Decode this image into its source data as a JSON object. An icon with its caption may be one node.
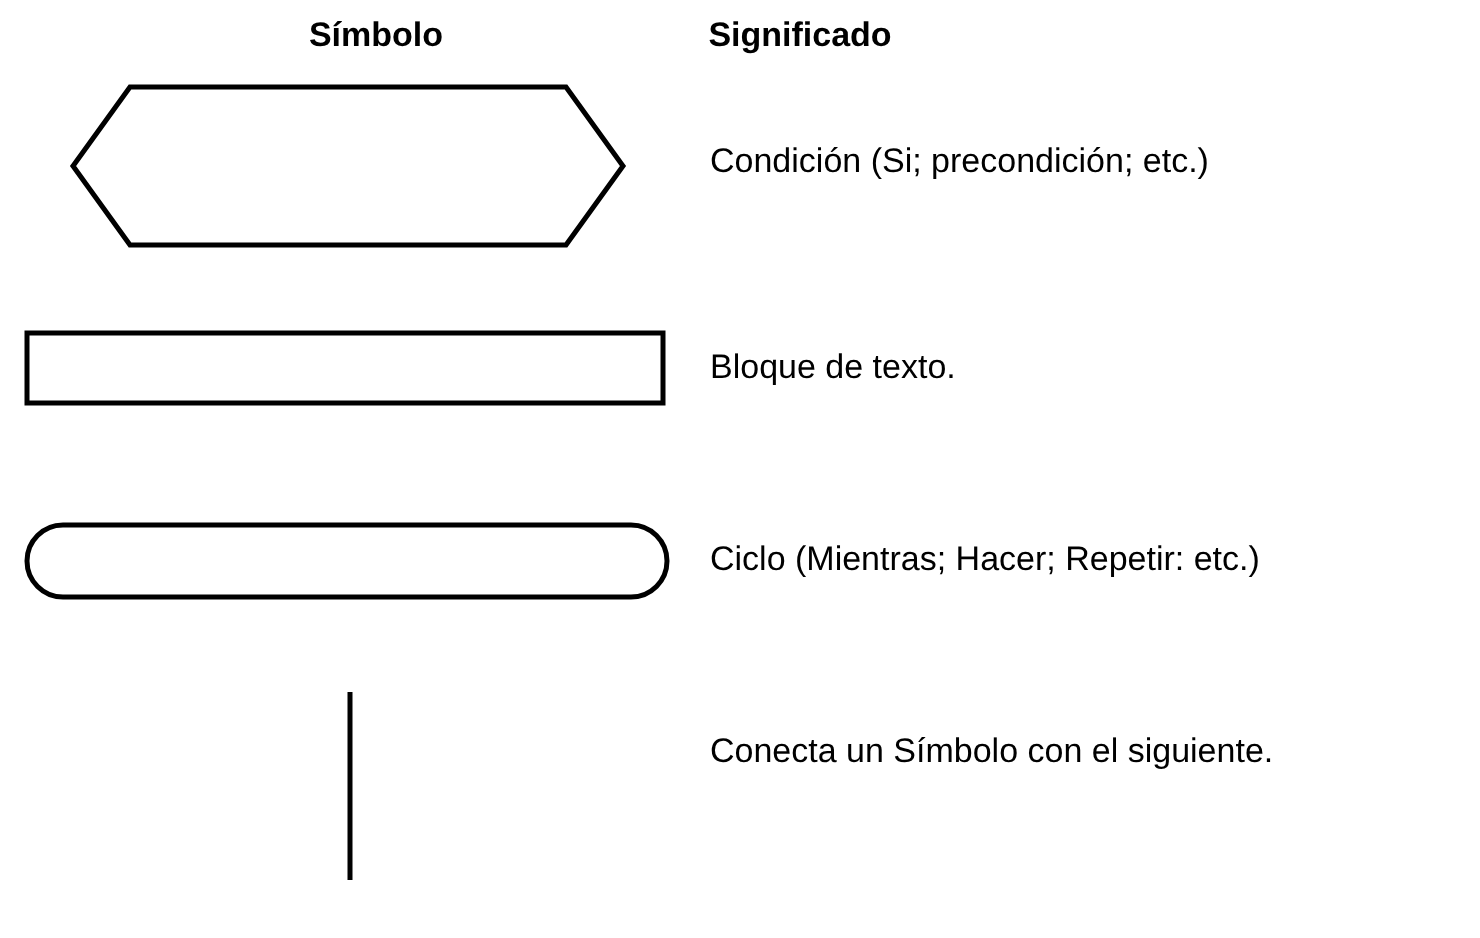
{
  "diagram": {
    "nodes": [
      {
        "text": [],
        "shape": "hexagon"
      },
      {
        "text": [],
        "shape": "box"
      },
      {
        "text": [],
        "shape": "stadium"
      }
    ],
    "labels": [
      "Símbolo",
      "Significado"
    ],
    "legend": [
      {
        "text": "Condición (Si; precondición; etc.)"
      },
      {
        "text": "Bloque de texto."
      },
      {
        "text": "Ciclo (Mientras; Hacer; Repetir: etc.)"
      },
      {
        "text": "Conecta un Símbolo con el siguiente."
      }
    ]
  }
}
